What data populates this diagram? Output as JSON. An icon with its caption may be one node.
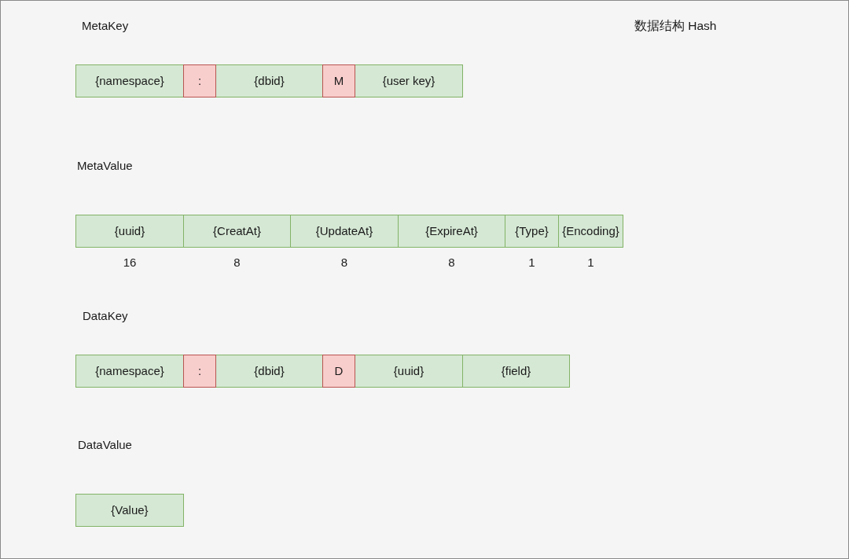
{
  "diagram": {
    "title": "数据结构 Hash",
    "nodes": [
      {
        "text": [
          "{namespace}"
        ]
      },
      {
        "text": [
          ":"
        ]
      },
      {
        "text": [
          "{dbid}"
        ]
      },
      {
        "text": [
          "M"
        ]
      },
      {
        "text": [
          "{user key}"
        ]
      },
      {
        "text": [
          "{uuid}"
        ],
        "beside": [
          "16"
        ]
      },
      {
        "text": [
          "{CreatAt}"
        ],
        "beside": [
          "8"
        ]
      },
      {
        "text": [
          "{UpdateAt}"
        ],
        "beside": [
          "8"
        ]
      },
      {
        "text": [
          "{ExpireAt}"
        ],
        "beside": [
          "8"
        ]
      },
      {
        "text": [
          "{Type}"
        ],
        "beside": [
          "1"
        ]
      },
      {
        "text": [
          "{Encoding}"
        ],
        "beside": [
          "1"
        ]
      },
      {
        "text": [
          "{namespace}"
        ]
      },
      {
        "text": [
          ":"
        ]
      },
      {
        "text": [
          "{dbid}"
        ]
      },
      {
        "text": [
          "D"
        ]
      },
      {
        "text": [
          "{uuid}"
        ]
      },
      {
        "text": [
          "{field}"
        ]
      },
      {
        "text": [
          "{Value}"
        ]
      }
    ],
    "labels": [
      "MetaKey",
      "MetaValue",
      "DataKey",
      "DataValue"
    ]
  }
}
